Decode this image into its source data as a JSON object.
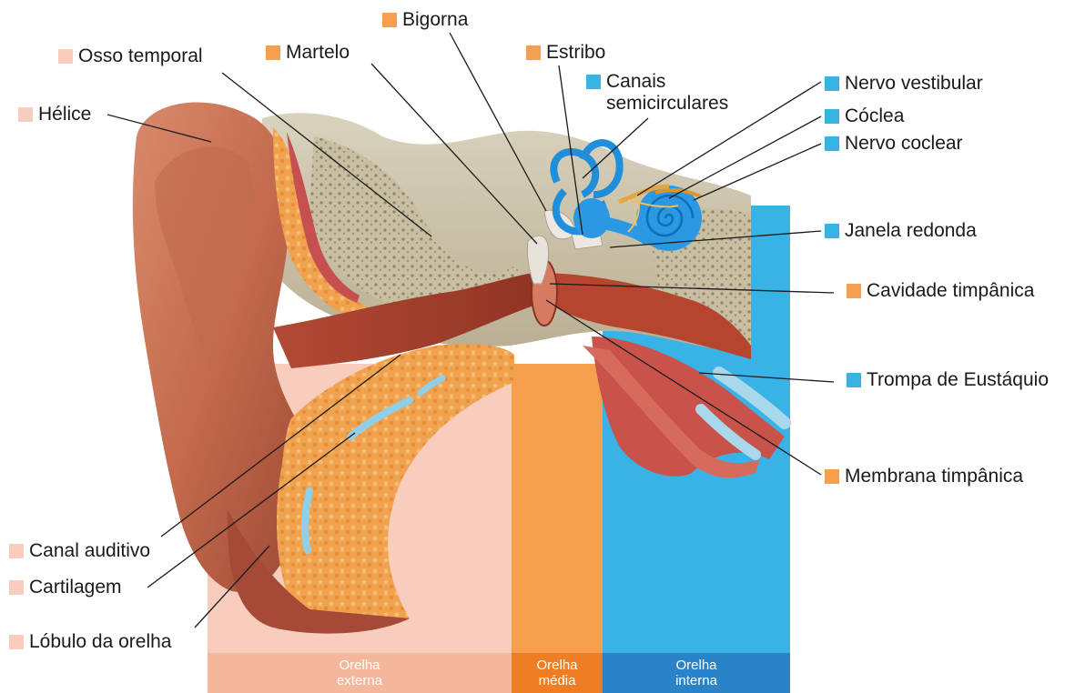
{
  "zones": {
    "external": {
      "label_line1": "Orelha",
      "label_line2": "externa",
      "color": "#f9cdbd",
      "bar_color": "#f5b79c"
    },
    "middle": {
      "label_line1": "Orelha",
      "label_line2": "média",
      "color": "#f6a04d",
      "bar_color": "#ef7d24"
    },
    "internal": {
      "label_line1": "Orelha",
      "label_line2": "interna",
      "color": "#39b2e6",
      "bar_color": "#2a83c8"
    }
  },
  "labels": {
    "helice": "Hélice",
    "osso_temporal": "Osso temporal",
    "martelo": "Martelo",
    "bigorna": "Bigorna",
    "estribo": "Estribo",
    "canais_line1": "Canais",
    "canais_line2": "semicirculares",
    "nervo_vestibular": "Nervo vestibular",
    "coclea": "Cóclea",
    "nervo_coclear": "Nervo coclear",
    "janela_redonda": "Janela redonda",
    "cavidade_timpanica": "Cavidade timpânica",
    "trompa": "Trompa de Eustáquio",
    "membrana_timpanica": "Membrana timpânica",
    "canal_auditivo": "Canal auditivo",
    "cartilagem": "Cartilagem",
    "lobulo": "Lóbulo da orelha"
  }
}
